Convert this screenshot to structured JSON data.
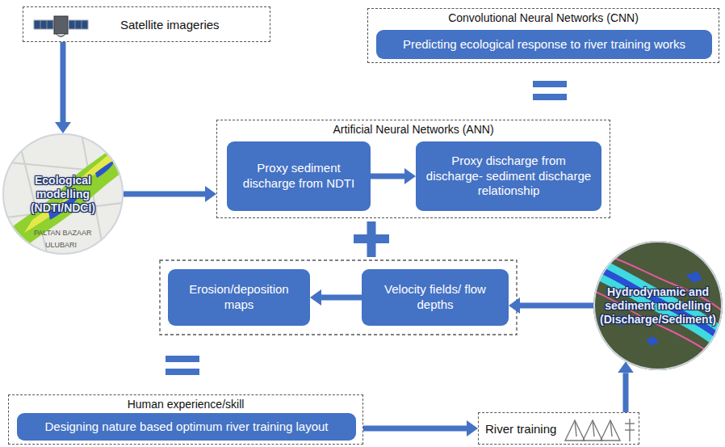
{
  "diagram": {
    "nodes": [
      {
        "text": [
          "Satellite imageries"
        ]
      },
      {
        "text": [
          "Convolutional Neural Networks (CNN)"
        ]
      },
      {
        "text": [
          "Predicting ecological response to river training works"
        ],
        "in": 1
      },
      {
        "text": [
          "Ecological modelling (NDTI/NDCI)"
        ]
      },
      {
        "text": [
          "Artificial Neural Networks (ANN)"
        ]
      },
      {
        "text": [
          "Proxy sediment discharge from NDTI"
        ],
        "in": 4
      },
      {
        "text": [
          "Proxy discharge from discharge- sediment discharge relationship"
        ],
        "in": 4
      },
      {
        "text": [
          "Erosion/deposition maps"
        ]
      },
      {
        "text": [
          "Velocity fields/ flow depths"
        ]
      },
      {
        "text": [
          "Hydrodynamic and sediment modelling (Discharge/Sediment)"
        ]
      },
      {
        "text": [
          "Human experience/skill"
        ]
      },
      {
        "text": [
          "Designing nature based optimum river training layout"
        ],
        "in": 10
      },
      {
        "text": [
          "River training"
        ]
      }
    ],
    "edges": [
      {
        "from": 0,
        "to": 3,
        "arrow": "to"
      },
      {
        "from": 3,
        "to": 4,
        "arrow": "to"
      },
      {
        "from": 5,
        "to": 6,
        "arrow": "to"
      },
      {
        "from": 8,
        "to": 7,
        "arrow": "to"
      },
      {
        "from": 9,
        "to": 8,
        "arrow": "to"
      },
      {
        "from": 10,
        "to": 12,
        "arrow": "to"
      },
      {
        "from": 12,
        "to": 9,
        "arrow": "to"
      }
    ],
    "labels": [
      "PALTAN BAZAAR",
      "ULUBARI"
    ]
  }
}
